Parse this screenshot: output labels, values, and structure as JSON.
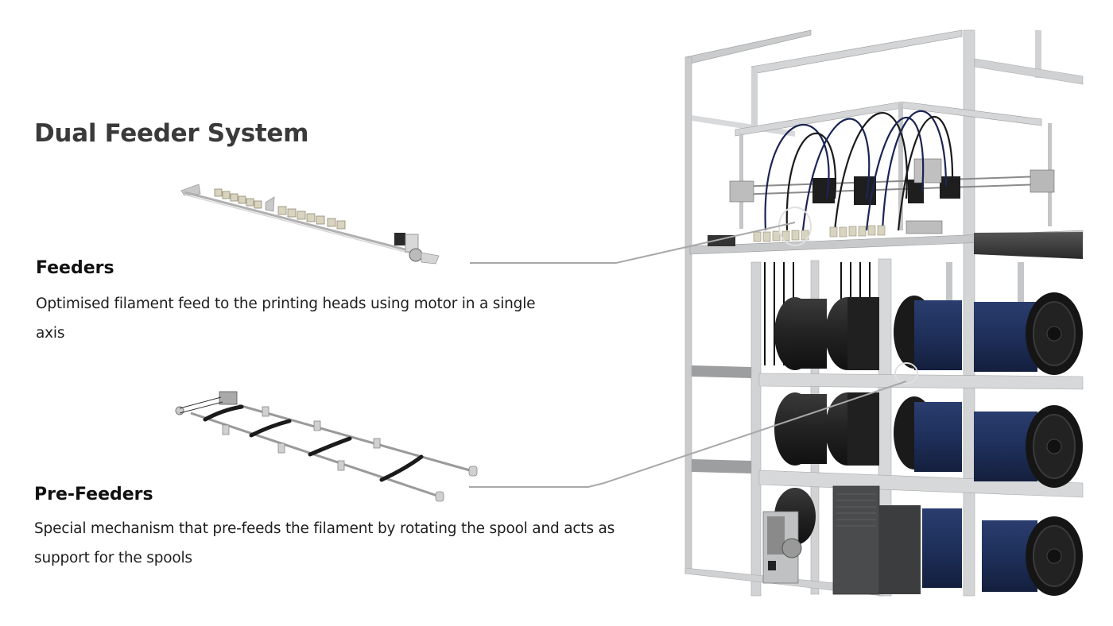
{
  "slide": {
    "title": "Dual Feeder System",
    "sections": [
      {
        "id": "feeders",
        "title": "Feeders",
        "description": "Optimised filament feed to the printing heads using motor in a single axis",
        "illustration": "feeder-rail-assembly"
      },
      {
        "id": "pre-feeders",
        "title": "Pre-Feeders",
        "description": "Special mechanism that pre-feeds the filament by rotating the spool and acts as support for the spools",
        "illustration": "pre-feeder-roller-assembly"
      }
    ],
    "main_illustration": "3d-printer-frame-with-filament-spools",
    "colors": {
      "title": "#3a3a3a",
      "text": "#1e1e1e",
      "leader_line": "#a8a8a8",
      "frame": "#c9cbcd",
      "spool_black": "#1c1c1c",
      "spool_blue": "#1e2f5a",
      "feeder_block": "#d9d4bf"
    }
  }
}
